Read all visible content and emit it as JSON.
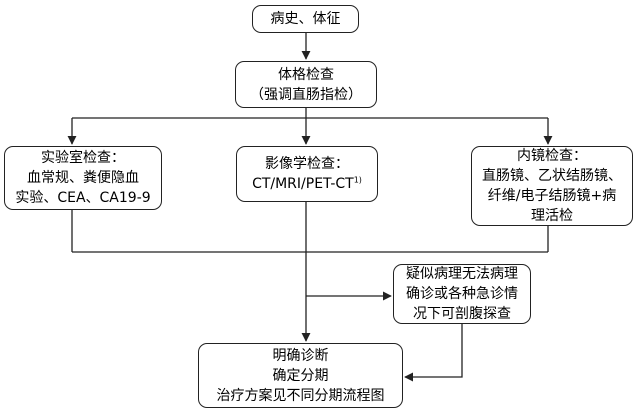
{
  "nodes": {
    "history": {
      "lines": [
        "病史、体征"
      ]
    },
    "physical": {
      "lines": [
        "体格检查",
        "（强调直肠指检）"
      ]
    },
    "lab": {
      "lines": [
        "实验室检查：",
        "血常规、粪便隐血",
        "实验、CEA、CA19-9"
      ]
    },
    "imaging": {
      "line1": "影像学检查：",
      "line2": "CT/MRI/PET-CT",
      "sup": "1)"
    },
    "endoscopy": {
      "lines": [
        "内镜检查：",
        "直肠镜、乙状结肠镜、",
        "纤维/电子结肠镜+病",
        "理活检"
      ]
    },
    "suspect": {
      "lines": [
        "疑似病理无法病理",
        "确诊或各种急诊情",
        "况下可剖腹探查"
      ]
    },
    "diagnosis": {
      "lines": [
        "明确诊断",
        "确定分期",
        "治疗方案见不同分期流程图"
      ]
    }
  },
  "colors": {
    "line": "#222222",
    "box_border": "#222222"
  }
}
